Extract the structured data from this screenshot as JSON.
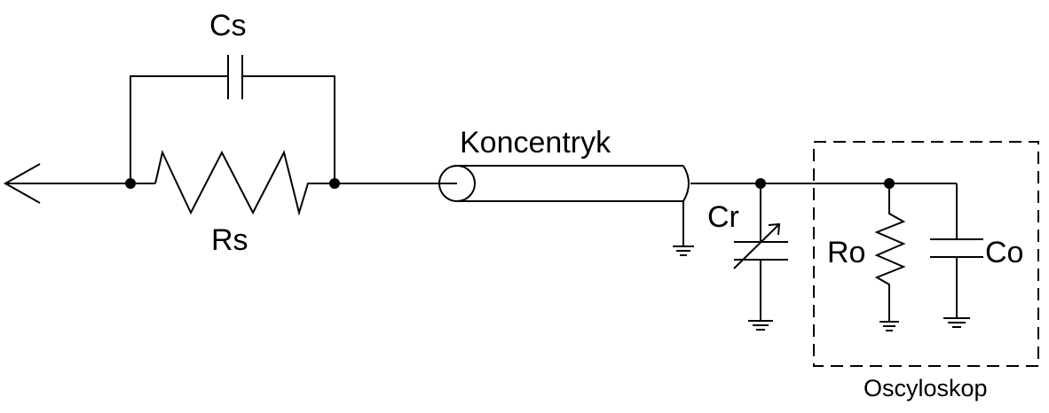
{
  "labels": {
    "cs": "Cs",
    "rs": "Rs",
    "coax": "Koncentryk",
    "cr": "Cr",
    "ro": "Ro",
    "co": "Co",
    "scope": "Oscyloskop"
  },
  "colors": {
    "line": "#000000",
    "background": "#ffffff"
  }
}
